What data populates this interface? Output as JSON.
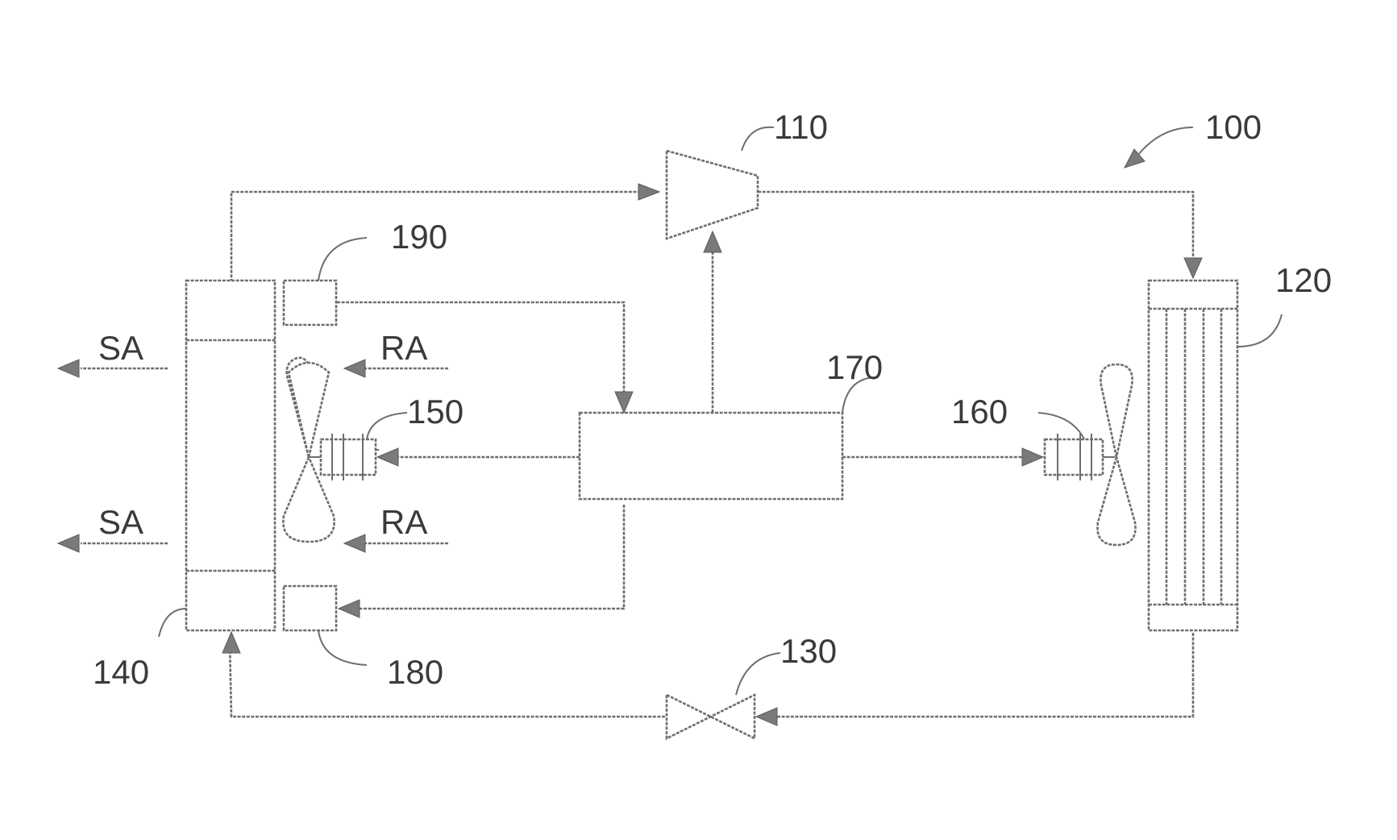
{
  "labels": {
    "system": "100",
    "compressor": "110",
    "condenser": "120",
    "expansion_valve": "130",
    "evaporator": "140",
    "evaporator_fan_motor": "150",
    "condenser_fan_motor": "160",
    "controller": "170",
    "sensor_bottom": "180",
    "sensor_top": "190"
  },
  "airflow": {
    "supply_air_top": "SA",
    "supply_air_bottom": "SA",
    "return_air_top": "RA",
    "return_air_bottom": "RA"
  }
}
